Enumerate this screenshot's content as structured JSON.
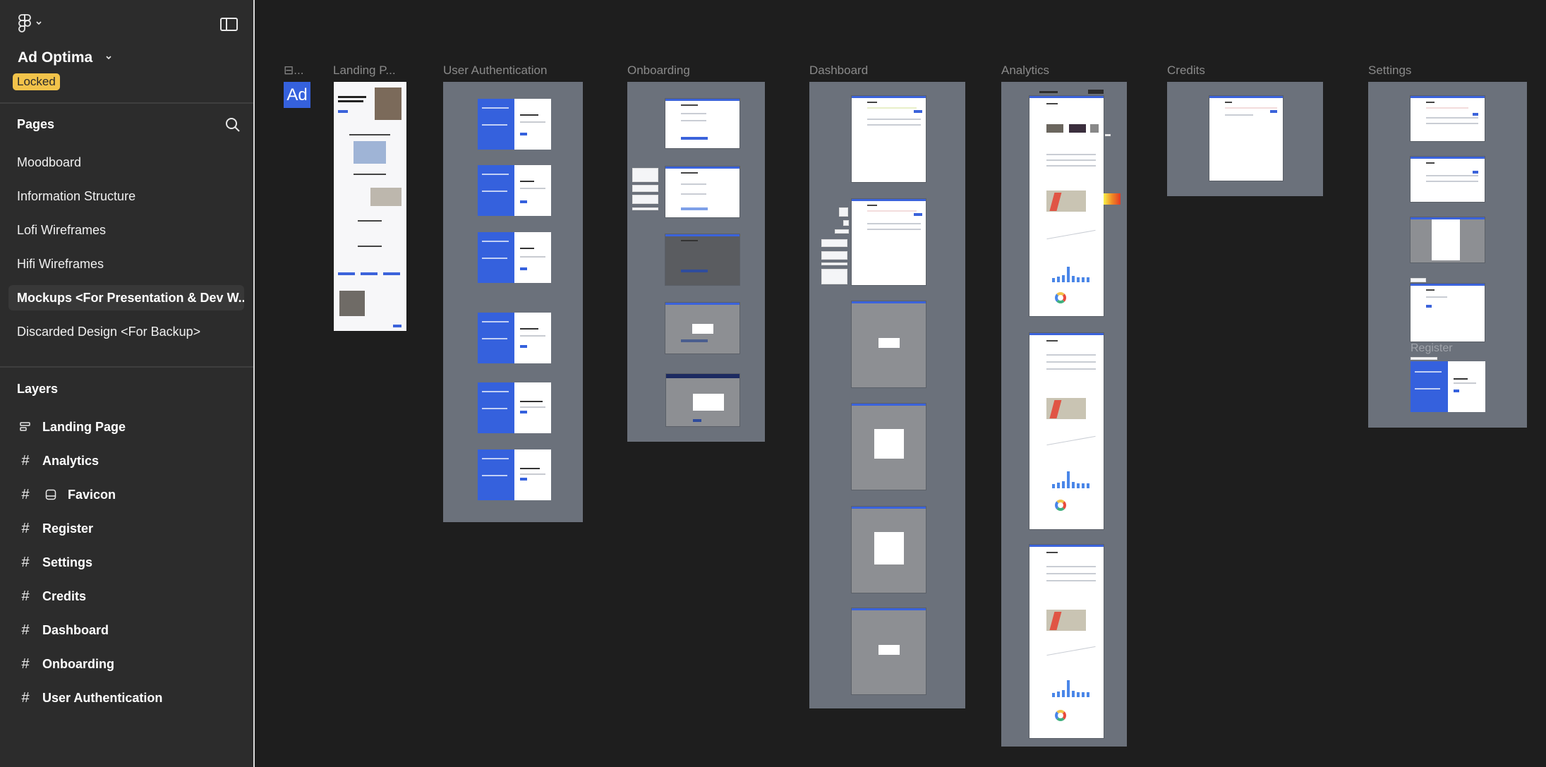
{
  "sidebar": {
    "file_name": "Ad Optima",
    "status_badge": "Locked",
    "pages_title": "Pages",
    "pages": [
      {
        "label": "Moodboard"
      },
      {
        "label": "Information Structure"
      },
      {
        "label": "Lofi Wireframes"
      },
      {
        "label": "Hifi Wireframes"
      },
      {
        "label": "Mockups <For Presentation & Dev W...",
        "active": true
      },
      {
        "label": "Discarded Design <For Backup>"
      }
    ],
    "layers_title": "Layers",
    "layers": [
      {
        "label": "Landing Page",
        "icon": "auto-layout-icon"
      },
      {
        "label": "Analytics",
        "icon": "frame-icon"
      },
      {
        "label": "Favicon",
        "icon": "frame-icon",
        "sub_icon": "component-icon"
      },
      {
        "label": "Register",
        "icon": "frame-icon"
      },
      {
        "label": "Settings",
        "icon": "frame-icon"
      },
      {
        "label": "Credits",
        "icon": "frame-icon"
      },
      {
        "label": "Dashboard",
        "icon": "frame-icon"
      },
      {
        "label": "Onboarding",
        "icon": "frame-icon"
      },
      {
        "label": "User Authentication",
        "icon": "frame-icon"
      }
    ]
  },
  "canvas": {
    "favicon": {
      "label": "⊟...",
      "text": "Ad"
    },
    "frames": [
      {
        "label": "Landing P..."
      },
      {
        "label": "User Authentication"
      },
      {
        "label": "Onboarding"
      },
      {
        "label": "Dashboard"
      },
      {
        "label": "Analytics"
      },
      {
        "label": "Credits"
      },
      {
        "label": "Settings"
      }
    ],
    "register_label": "Register"
  },
  "colors": {
    "accent": "#3561dd",
    "badge": "#f2c34a",
    "sidebar_bg": "#2c2c2c",
    "canvas_bg": "#1e1e1e",
    "section_bg": "#6b717b"
  }
}
